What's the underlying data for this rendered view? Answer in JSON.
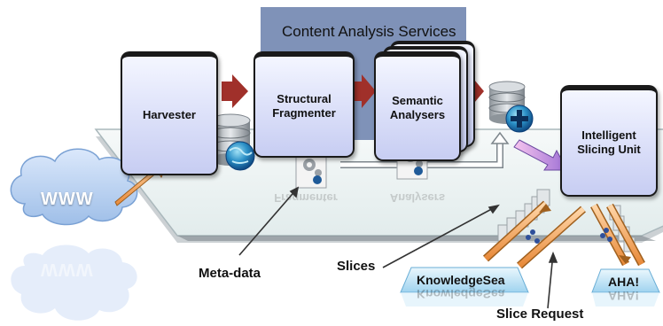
{
  "title_panel": {
    "label": "Content Analysis Services"
  },
  "boxes": {
    "harvester": "Harvester",
    "structural_fragmenter": [
      "Structural",
      "Fragmenter"
    ],
    "semantic_analysers": [
      "Semantic",
      "Analysers"
    ],
    "intelligent_slicing_unit": [
      "Intelligent",
      "Slicing Unit"
    ]
  },
  "reflections": {
    "fragmenter": "Fragmenter",
    "analysers": "Analysers"
  },
  "cloud": {
    "label": "WWW"
  },
  "labels": {
    "metadata": "Meta-data",
    "slices": "Slices",
    "slice_request": "Slice Request"
  },
  "platforms": {
    "knowledgesea": "KnowledgeSea",
    "aha": "AHA!"
  },
  "icons": [
    "database-icon",
    "globe-icon",
    "gear-document-icon",
    "plus-icon"
  ],
  "colors": {
    "panel": "#7f92b8",
    "arrow_red": "#a0302a",
    "box_top": "#f4f6ff",
    "box_bottom": "#c7cdf2",
    "cloud": "#bcd4f4",
    "platform": "#bfe4f6",
    "orange_arrow": "#f4a460"
  }
}
